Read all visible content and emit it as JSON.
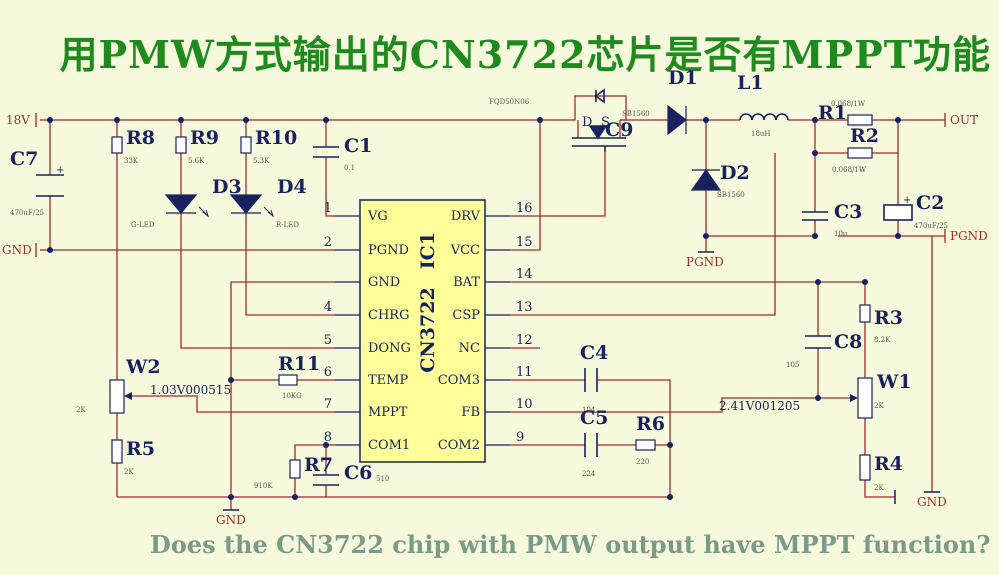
{
  "title": "用PMW方式输出的CN3722芯片是否有MPPT功能",
  "subtitle": "Does the CN3722 chip with PMW output have MPPT function?",
  "colors": {
    "title": "#1f8b1f",
    "wire": "#a52a2a",
    "chip_fill": "#ffff99",
    "component": "#16235e",
    "background": "#f6f9dc"
  },
  "nets": {
    "in": "18V",
    "out": "OUT",
    "gnd": "GND",
    "pgnd": "PGND"
  },
  "ic": {
    "ref": "IC1",
    "part": "CN3722",
    "left_pins": [
      {
        "num": "1",
        "name": "VG"
      },
      {
        "num": "2",
        "name": "PGND"
      },
      {
        "num": "",
        "name": "GND"
      },
      {
        "num": "4",
        "name": "CHRG"
      },
      {
        "num": "5",
        "name": "DONG"
      },
      {
        "num": "6",
        "name": "TEMP"
      },
      {
        "num": "7",
        "name": "MPPT"
      },
      {
        "num": "8",
        "name": "COM1"
      }
    ],
    "right_pins": [
      {
        "num": "16",
        "name": "DRV"
      },
      {
        "num": "15",
        "name": "VCC"
      },
      {
        "num": "14",
        "name": "BAT"
      },
      {
        "num": "13",
        "name": "CSP"
      },
      {
        "num": "12",
        "name": "NC"
      },
      {
        "num": "11",
        "name": "COM3"
      },
      {
        "num": "10",
        "name": "FB"
      },
      {
        "num": "9",
        "name": "COM2"
      }
    ]
  },
  "components": {
    "c7": {
      "ref": "C7",
      "value": "470uF/25"
    },
    "r8": {
      "ref": "R8",
      "value": "33K"
    },
    "r9": {
      "ref": "R9",
      "value": "5.6K"
    },
    "r10": {
      "ref": "R10",
      "value": "5.3K"
    },
    "c1": {
      "ref": "C1",
      "value": "0.1"
    },
    "d3": {
      "ref": "D3",
      "value": "G-LED"
    },
    "d4": {
      "ref": "D4",
      "value": "R-LED"
    },
    "q": {
      "ref": "C9",
      "value": "FQD50N06",
      "d": "D",
      "s": "S"
    },
    "d1": {
      "ref": "D1",
      "value": "SB1560"
    },
    "l1": {
      "ref": "L1",
      "value": "18uH"
    },
    "d2": {
      "ref": "D2",
      "value": "SB1560"
    },
    "r1": {
      "ref": "R1",
      "value": "0.068/1W"
    },
    "r2": {
      "ref": "R2",
      "value": "0.068/1W"
    },
    "c3": {
      "ref": "C3",
      "value": "10u"
    },
    "c2": {
      "ref": "C2",
      "value": "470uF/25"
    },
    "w2": {
      "ref": "W2",
      "value": "2K"
    },
    "r5": {
      "ref": "R5",
      "value": "2K"
    },
    "r11": {
      "ref": "R11",
      "value": "10KG"
    },
    "r7": {
      "ref": "R7",
      "value": "910K"
    },
    "c6": {
      "ref": "C6",
      "value": "510"
    },
    "c4": {
      "ref": "C4",
      "value": "104"
    },
    "c5": {
      "ref": "C5",
      "value": "224"
    },
    "r6": {
      "ref": "R6",
      "value": "220"
    },
    "r3": {
      "ref": "R3",
      "value": "8.2K"
    },
    "c8": {
      "ref": "C8",
      "value": "105"
    },
    "w1": {
      "ref": "W1",
      "value": "2K"
    },
    "r4": {
      "ref": "R4",
      "value": "2K"
    }
  },
  "measurements": {
    "mppt_voltage": "1.03V000515",
    "fb_voltage": "2.41V001205"
  }
}
